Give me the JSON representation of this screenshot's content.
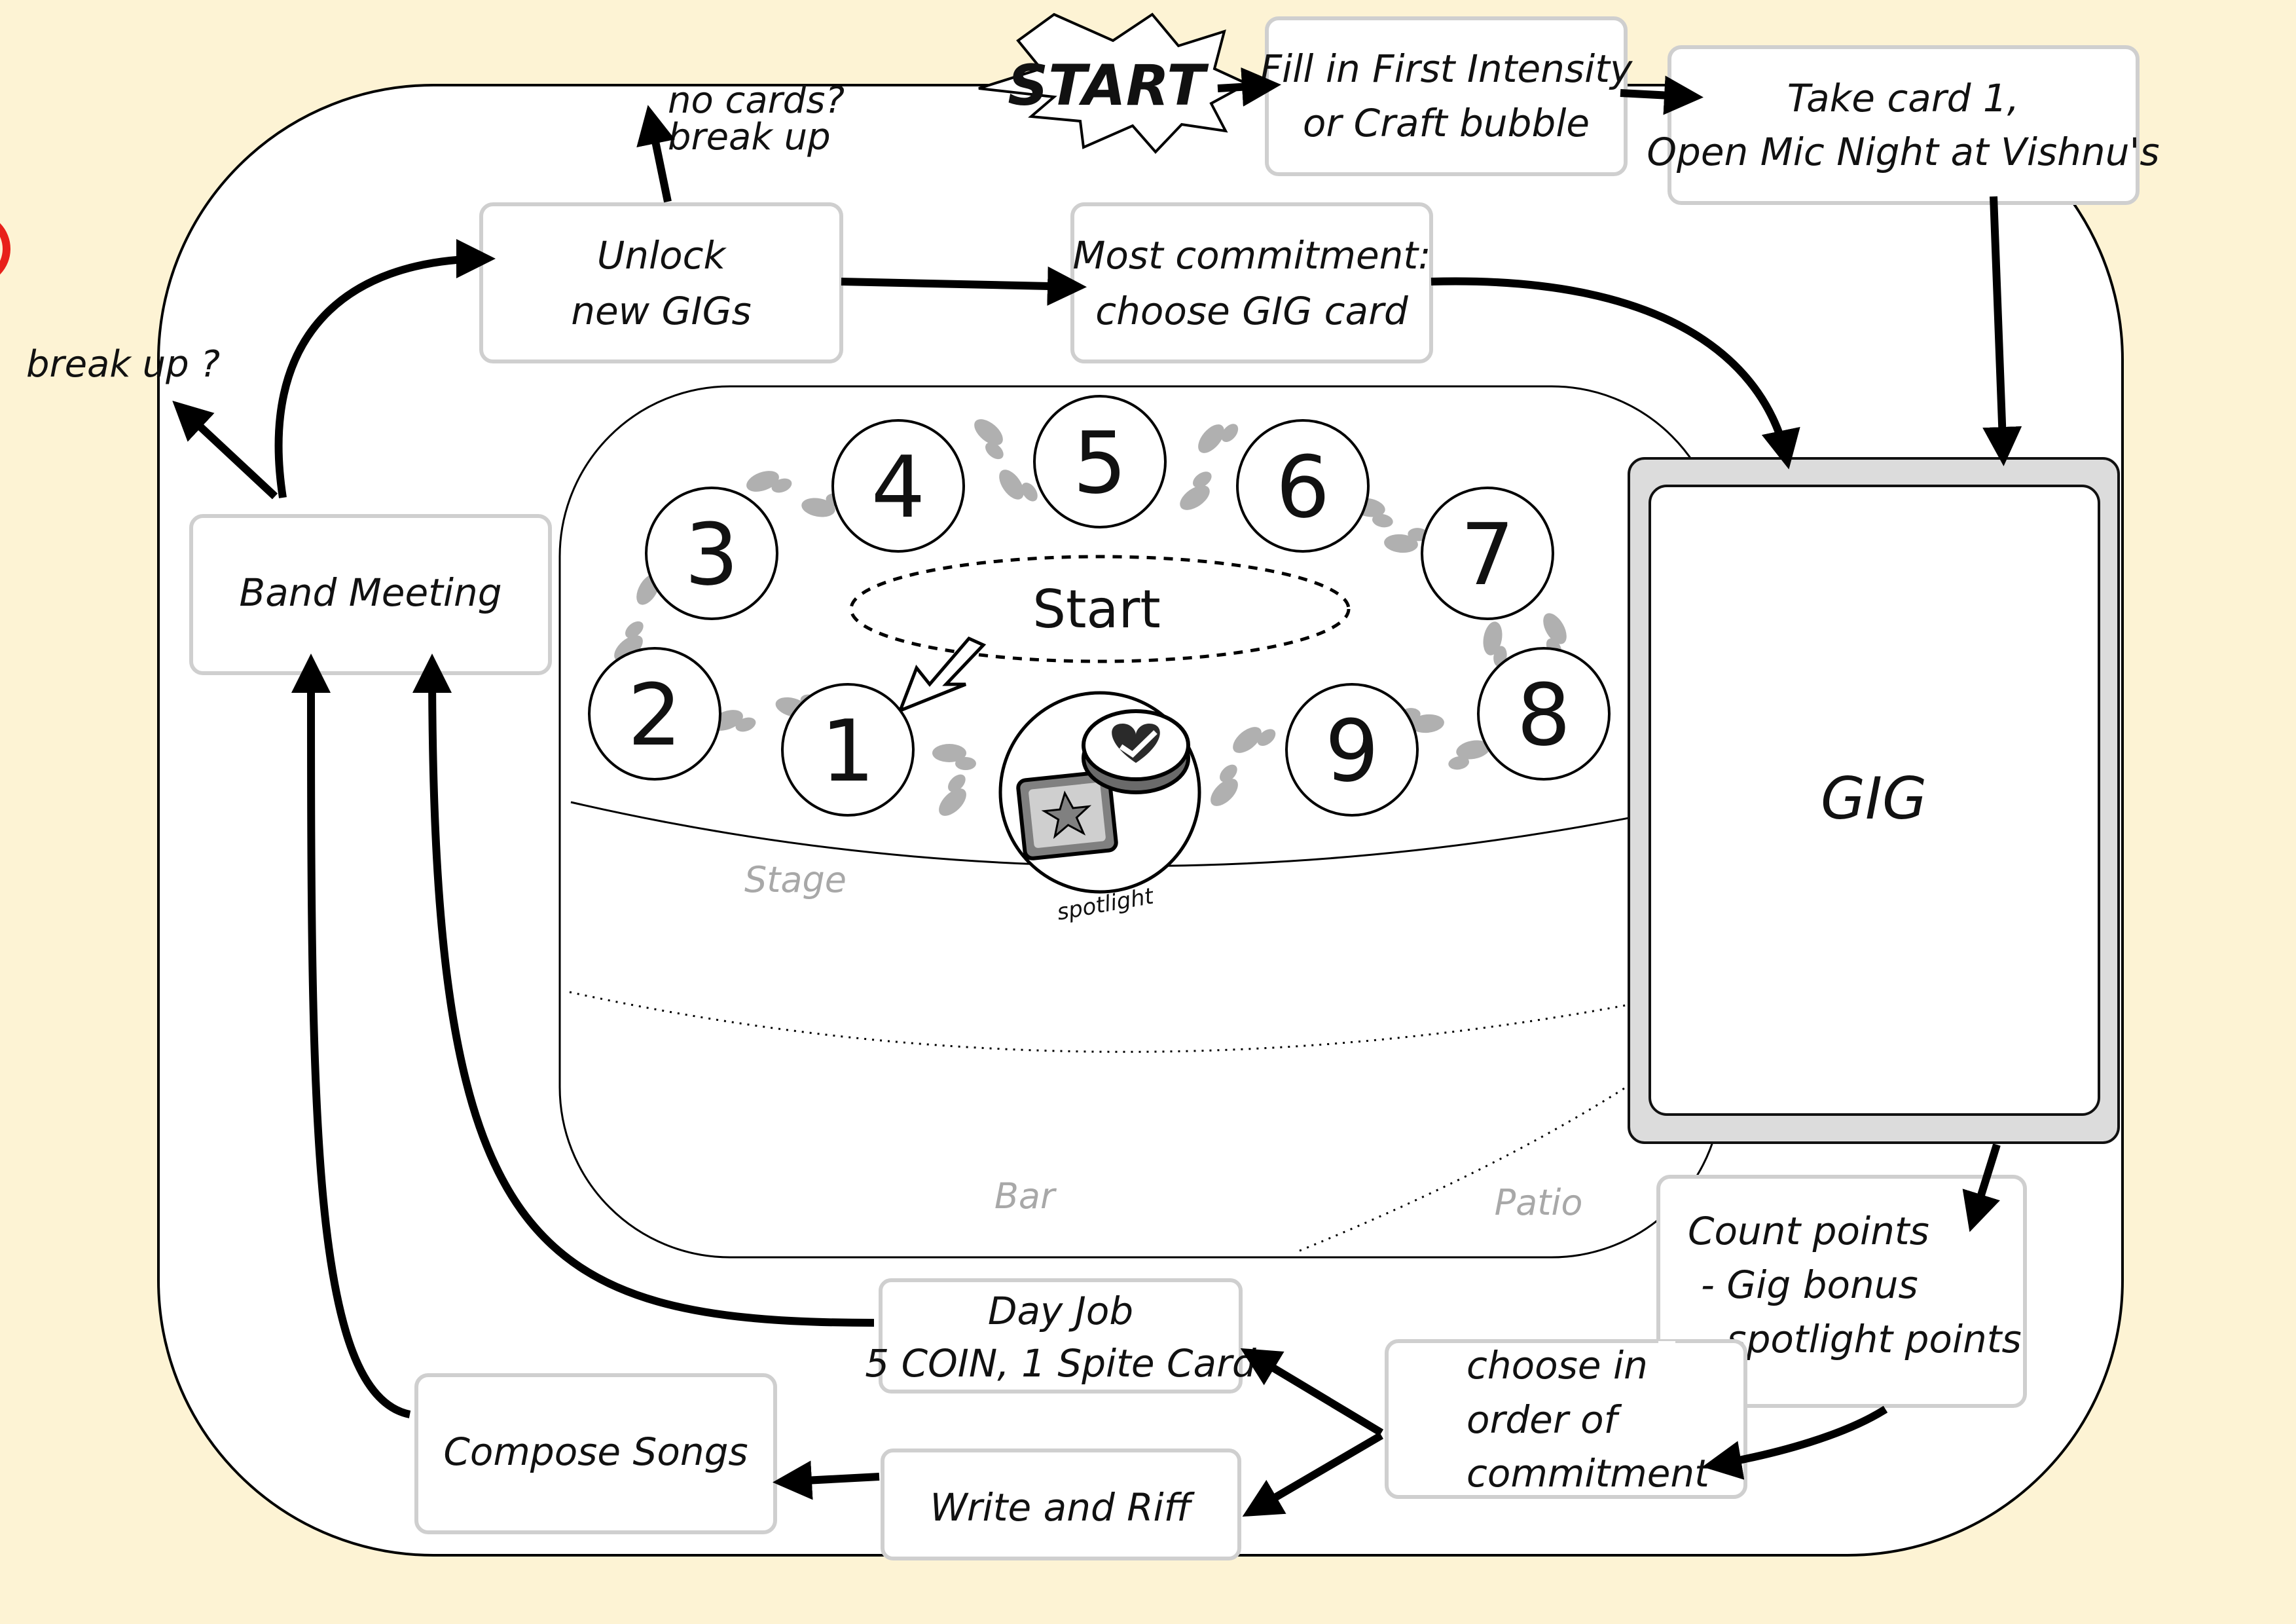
{
  "boxes": {
    "fill_in": [
      "Fill in First Intensity",
      "or Craft bubble"
    ],
    "take_card": [
      "Take card 1,",
      "Open Mic Night at Vishnu's"
    ],
    "unlock": [
      "Unlock",
      "new GIGs"
    ],
    "most_commitment": [
      "Most commitment:",
      "choose GIG card"
    ],
    "band_meeting": [
      "Band Meeting"
    ],
    "count_points": [
      "Count points",
      "- Gig bonus",
      "- spotlight points"
    ],
    "choose_order": [
      "choose in",
      "order of",
      "commitment"
    ],
    "day_job": [
      "Day Job",
      "5 COIN, 1 Spite Card"
    ],
    "write_riff": [
      "Write and Riff"
    ],
    "compose": [
      "Compose Songs"
    ]
  },
  "burst_label": "START",
  "gig_label": "GIG",
  "no_cards": [
    "no cards?",
    "break up"
  ],
  "break_up": "break up ?",
  "stage": {
    "start_oval": "Start",
    "spaces": [
      "1",
      "2",
      "3",
      "4",
      "5",
      "6",
      "7",
      "8",
      "9"
    ],
    "spotlight": "spotlight",
    "area_labels": {
      "stage": "Stage",
      "bar": "Bar",
      "patio": "Patio"
    }
  },
  "colors": {
    "background": "#fdf3d4",
    "box_border": "#cfcfcf",
    "footprint": "#b0b0b0",
    "area_label": "#a8a8a8",
    "red_marker": "#e8201a"
  }
}
